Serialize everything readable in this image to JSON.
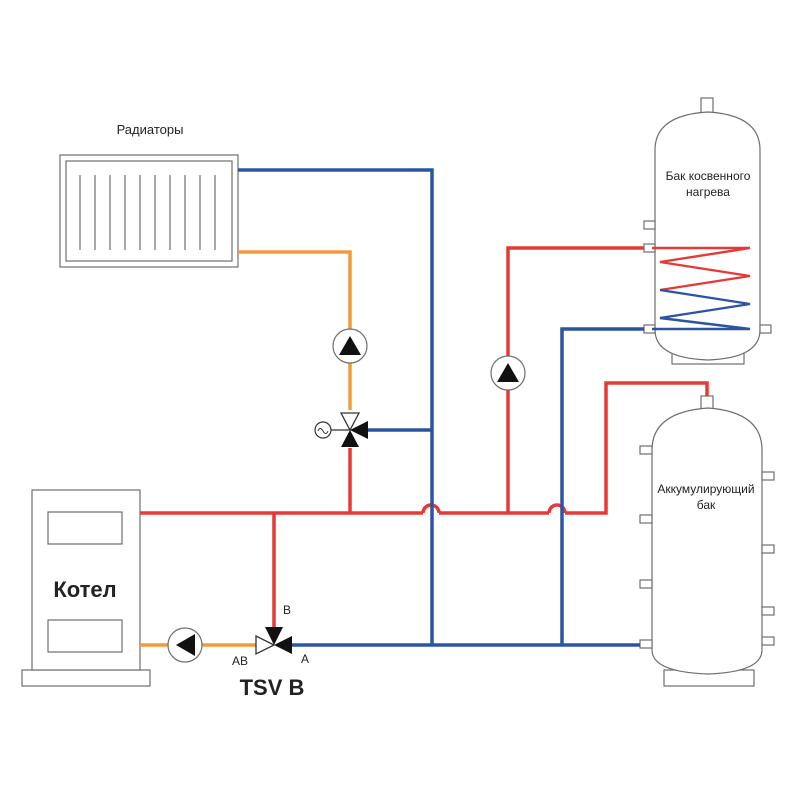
{
  "labels": {
    "radiators": "Радиаторы",
    "indirect_tank_line1": "Бак косвенного",
    "indirect_tank_line2": "нагрева",
    "buffer_tank_line1": "Аккумулирующий",
    "buffer_tank_line2": "бак",
    "boiler": "Котел",
    "valve_name": "TSV B",
    "port_b": "B",
    "port_ab": "AB",
    "port_a": "A"
  },
  "colors": {
    "supply": "#e53935",
    "return": "#2b55a0",
    "mixed": "#f39a3c"
  }
}
